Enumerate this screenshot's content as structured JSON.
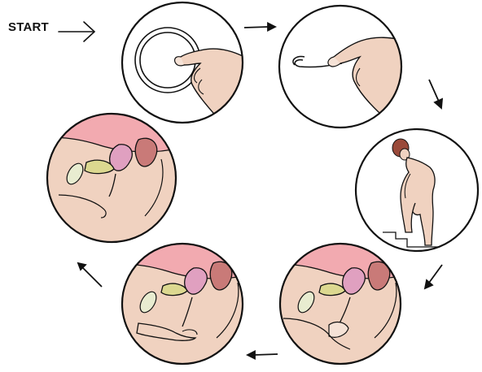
{
  "start_label": "START",
  "colors": {
    "outline": "#111111",
    "skin": "#f0d2c0",
    "skin_dark": "#e6bca5",
    "tissue_pink": "#f2aab0",
    "tissue_dark": "#c97a78",
    "organ_mauve": "#e0a0c0",
    "bladder_yellow": "#dcd890",
    "pale_green": "#e8ecd0",
    "hair": "#9a4a3a",
    "background": "#ffffff"
  },
  "steps": [
    {
      "name": "step-1-hold-ring-circle",
      "icon": "ring-held-in-fingers-icon"
    },
    {
      "name": "step-2-squeeze-ring-circle",
      "icon": "ring-squeezed-between-fingers-icon"
    },
    {
      "name": "step-3-position-body-circle",
      "icon": "standing-woman-foot-on-step-icon"
    },
    {
      "name": "step-4-insert-ring-circle",
      "icon": "insertion-cross-section-icon"
    },
    {
      "name": "step-5-push-ring-circle",
      "icon": "push-ring-cross-section-icon"
    },
    {
      "name": "step-6-ring-in-place-circle",
      "icon": "ring-in-place-cross-section-icon"
    }
  ]
}
